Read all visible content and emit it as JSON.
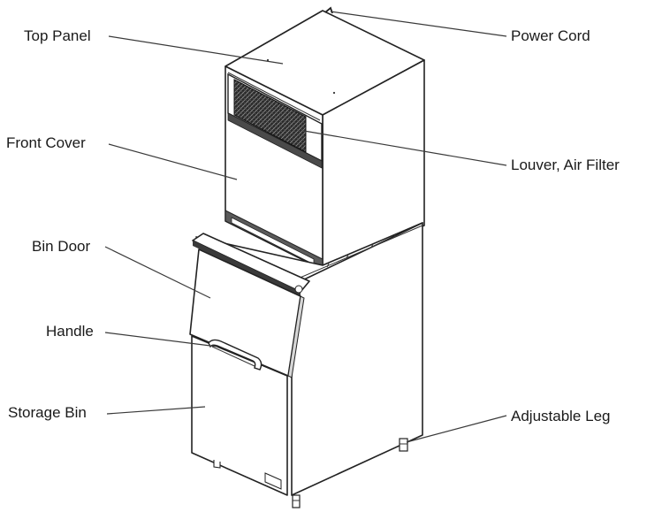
{
  "labels": {
    "top_panel": "Top Panel",
    "front_cover": "Front Cover",
    "bin_door": "Bin Door",
    "handle": "Handle",
    "storage_bin": "Storage Bin",
    "power_cord": "Power Cord",
    "louver_air_filter": "Louver, Air Filter",
    "adjustable_leg": "Adjustable Leg"
  }
}
